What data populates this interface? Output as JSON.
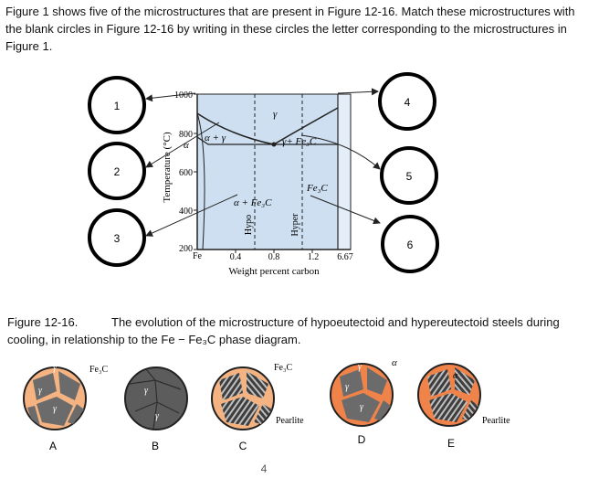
{
  "intro_text": "Figure 1 shows five of the microstructures that are present in Figure 12-16.  Match these microstructures with the blank circles in Figure 12-16 by writing in these circles the letter corresponding to the microstructures in Figure 1.",
  "caption": {
    "figure": "Figure 12-16.",
    "text": "The evolution of the microstructure of hypoeutectoid and hypereutectoid steels during cooling, in relationship to the Fe − Fe₃C phase diagram."
  },
  "circles": [
    "1",
    "2",
    "3",
    "4",
    "5",
    "6"
  ],
  "diagram": {
    "ylabel": "Temperature (°C)",
    "xlabel": "Weight percent carbon",
    "yticks": [
      "1000",
      "800",
      "600",
      "400",
      "200"
    ],
    "xticks": [
      "Fe",
      "0.4",
      "0.8",
      "1.2",
      "6.67"
    ],
    "regions": {
      "gamma": "γ",
      "alpha_gamma": "α + γ",
      "alpha": "α",
      "gamma_fe3c": "γ+ Fe₃C",
      "fe3c": "Fe₃C",
      "alpha_fe3c": "α + Fe₃C",
      "hypo": "Hypo",
      "hyper": "Hyper"
    },
    "colors": {
      "field": "#cddff0",
      "line": "#222222"
    }
  },
  "microstructures": [
    {
      "letter": "A",
      "labels": [
        "γ",
        "γ",
        "γ",
        "Fe₃C"
      ]
    },
    {
      "letter": "B",
      "labels": [
        "γ",
        "γ"
      ]
    },
    {
      "letter": "C",
      "labels": [
        "Fe₃C",
        "Pearlite"
      ]
    },
    {
      "letter": "D",
      "labels": [
        "γ",
        "γ",
        "γ",
        "α"
      ]
    },
    {
      "letter": "E",
      "labels": [
        "α",
        "Pearlite"
      ]
    }
  ],
  "page_number": "4",
  "colors": {
    "grain": "#6b6b6b",
    "grain_dark": "#4e4e4e",
    "boundary": "#f6b382",
    "ferrite": "#f0834a"
  }
}
